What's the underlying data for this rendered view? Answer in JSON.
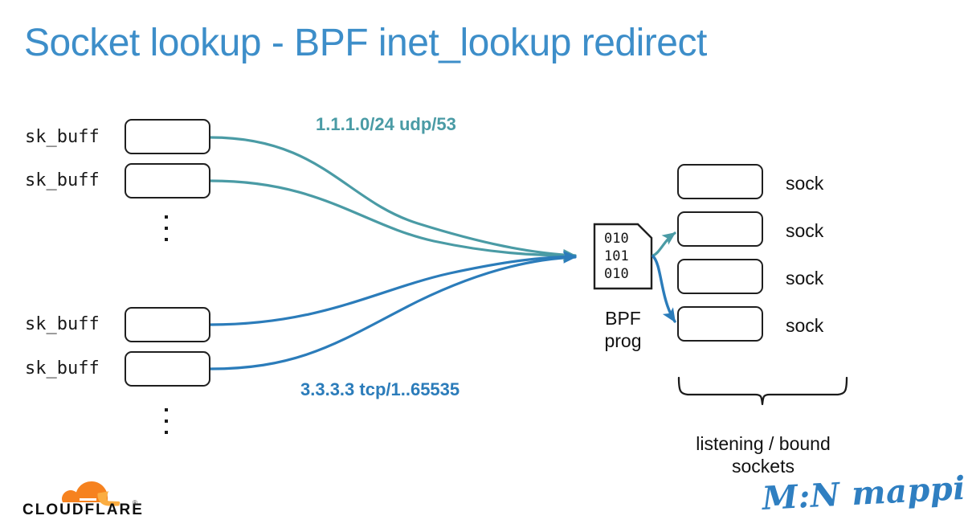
{
  "slide": {
    "title": "Socket lookup - BPF inet_lookup redirect",
    "title_color": "#3d8ec9",
    "background": "#ffffff"
  },
  "colors": {
    "teal": "#4a9ba5",
    "blue": "#2b7cba",
    "outline": "#1f1f1f",
    "text": "#111111",
    "cloudflare_orange": "#f6821f",
    "cloudflare_orange_dark": "#e9730c"
  },
  "left_column": {
    "items": [
      {
        "label": "sk_buff",
        "kind": "box"
      },
      {
        "label": "sk_buff",
        "kind": "box"
      },
      {
        "label": "",
        "kind": "ellipsis"
      },
      {
        "label": "sk_buff",
        "kind": "box"
      },
      {
        "label": "sk_buff",
        "kind": "box"
      },
      {
        "label": "",
        "kind": "ellipsis"
      }
    ]
  },
  "edge_labels": {
    "upper": {
      "text": "1.1.1.0/24  udp/53",
      "color": "#4a9ba5"
    },
    "lower": {
      "text": "3.3.3.3 tcp/1..65535",
      "color": "#2b7cba"
    }
  },
  "bpf_prog": {
    "code_lines": "010\n101\n010",
    "caption": "BPF\nprog",
    "icon": "document-folded-corner-icon"
  },
  "right_column": {
    "items": [
      {
        "label": "sock"
      },
      {
        "label": "sock"
      },
      {
        "label": "sock"
      },
      {
        "label": "sock"
      }
    ],
    "brace_caption": "listening / bound\nsockets"
  },
  "annotation": {
    "handwritten": "M:N mapping",
    "color": "#2f7fc1"
  },
  "branding": {
    "wordmark": "CLOUDFLARE",
    "trademark": "®"
  }
}
